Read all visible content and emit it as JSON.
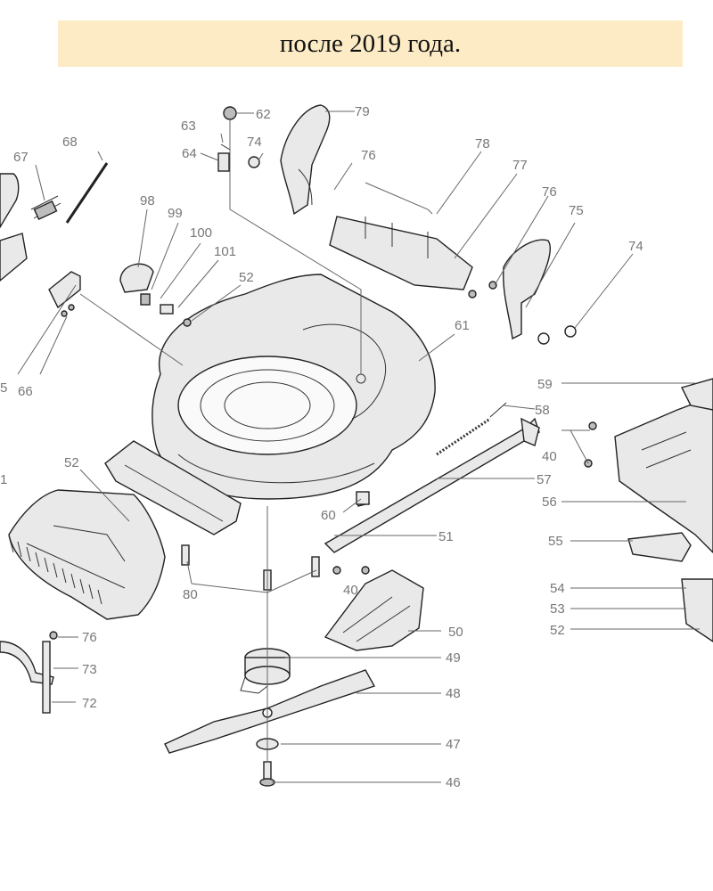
{
  "header": {
    "title": "после 2019 года."
  },
  "callouts": [
    {
      "label": "62"
    },
    {
      "label": "79"
    },
    {
      "label": "63"
    },
    {
      "label": "74"
    },
    {
      "label": "64"
    },
    {
      "label": "68"
    },
    {
      "label": "67"
    },
    {
      "label": "78"
    },
    {
      "label": "77"
    },
    {
      "label": "76"
    },
    {
      "label": "98"
    },
    {
      "label": "99"
    },
    {
      "label": "100"
    },
    {
      "label": "101"
    },
    {
      "label": "52"
    },
    {
      "label": "76"
    },
    {
      "label": "75"
    },
    {
      "label": "74"
    },
    {
      "label": "61"
    },
    {
      "label": "5"
    },
    {
      "label": "66"
    },
    {
      "label": "59"
    },
    {
      "label": "58"
    },
    {
      "label": "40"
    },
    {
      "label": "52"
    },
    {
      "label": "57"
    },
    {
      "label": "56"
    },
    {
      "label": "1"
    },
    {
      "label": "60"
    },
    {
      "label": "51"
    },
    {
      "label": "55"
    },
    {
      "label": "80"
    },
    {
      "label": "40"
    },
    {
      "label": "54"
    },
    {
      "label": "53"
    },
    {
      "label": "52"
    },
    {
      "label": "50"
    },
    {
      "label": "76"
    },
    {
      "label": "73"
    },
    {
      "label": "49"
    },
    {
      "label": "72"
    },
    {
      "label": "48"
    },
    {
      "label": "47"
    },
    {
      "label": "46"
    }
  ]
}
